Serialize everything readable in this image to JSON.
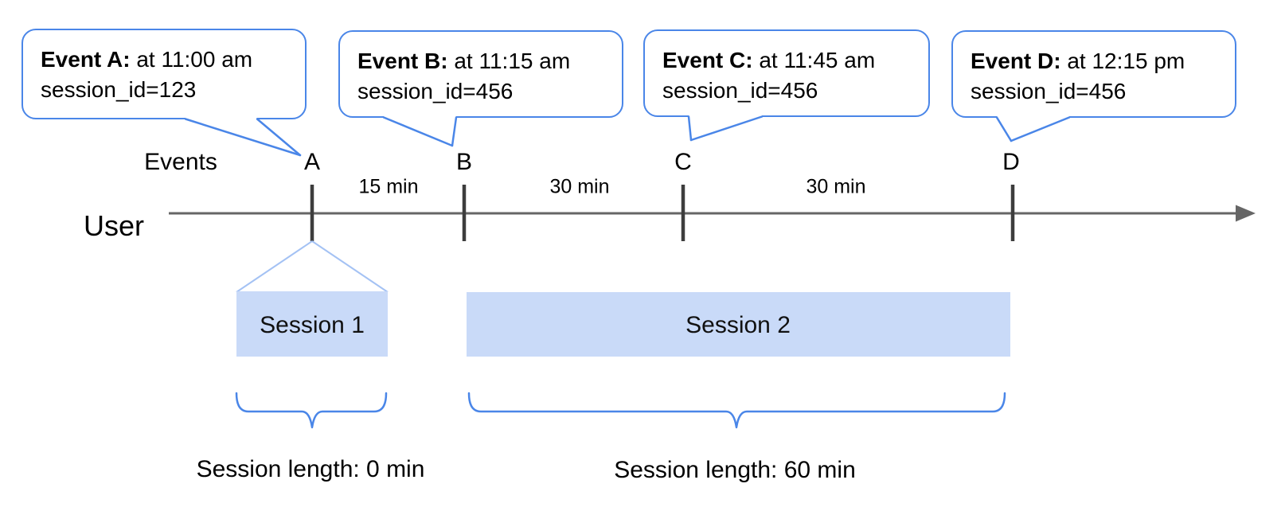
{
  "colors": {
    "accent_blue": "#4a86e8",
    "funnel_light_blue": "#a4c2f4",
    "session_fill": "#c9daf8",
    "axis_gray": "#666666",
    "tick_gray": "#3d3d3d",
    "text_black": "#000000"
  },
  "timeline": {
    "axis_label": "User",
    "events_row_label": "Events",
    "event_marks": [
      "A",
      "B",
      "C",
      "D"
    ],
    "intervals": [
      "15 min",
      "30 min",
      "30 min"
    ]
  },
  "callouts": [
    {
      "title": "Event A:",
      "detail": " at 11:00 am",
      "session": "session_id=123"
    },
    {
      "title": "Event B:",
      "detail": " at 11:15 am",
      "session": "session_id=456"
    },
    {
      "title": "Event C:",
      "detail": " at 11:45 am",
      "session": "session_id=456"
    },
    {
      "title": "Event D:",
      "detail": " at 12:15 pm",
      "session": "session_id=456"
    }
  ],
  "sessions": [
    {
      "name": "Session 1",
      "length_label": "Session length: 0 min"
    },
    {
      "name": "Session 2",
      "length_label": "Session length: 60 min"
    }
  ]
}
